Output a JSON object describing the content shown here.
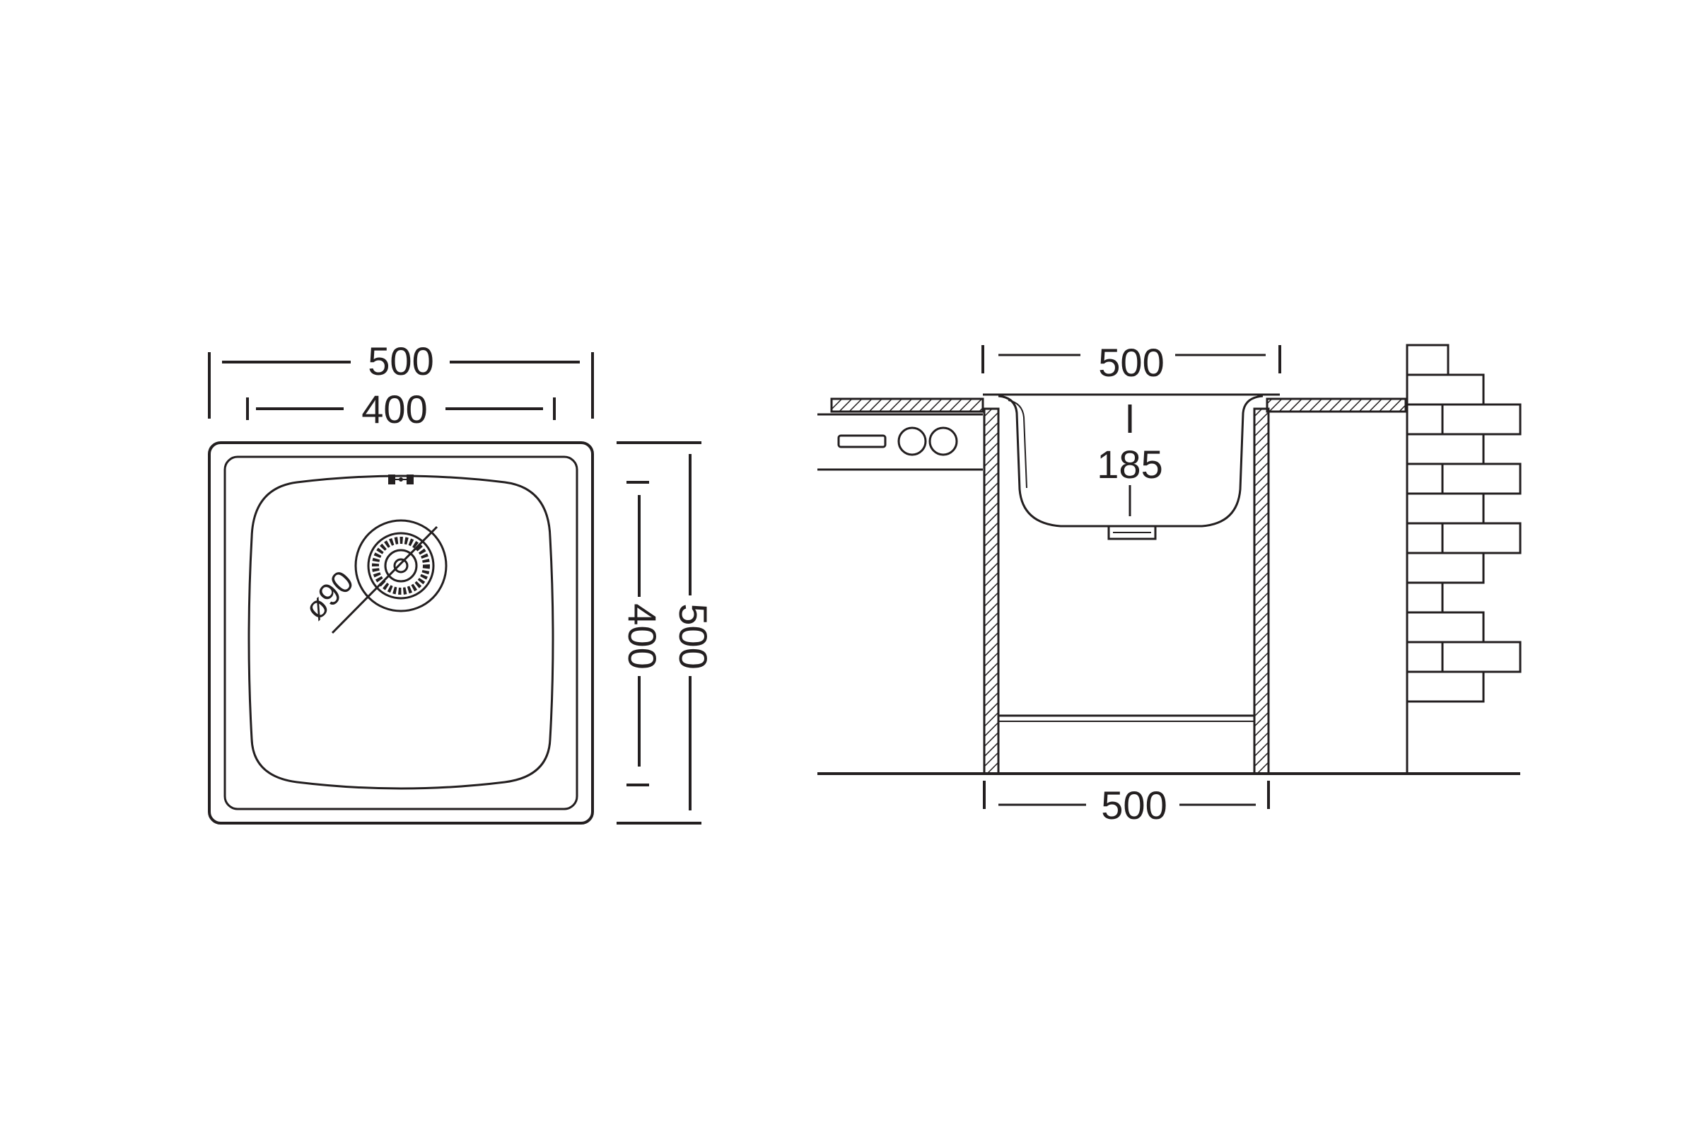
{
  "top_view": {
    "outer_width": "500",
    "bowl_width": "400",
    "outer_depth": "500",
    "bowl_depth": "400",
    "drain_diameter": "ø90"
  },
  "side_view": {
    "sink_width": "500",
    "bowl_height": "185",
    "cabinet_width": "500"
  },
  "colors": {
    "line": "#231f20",
    "background": "#ffffff"
  }
}
